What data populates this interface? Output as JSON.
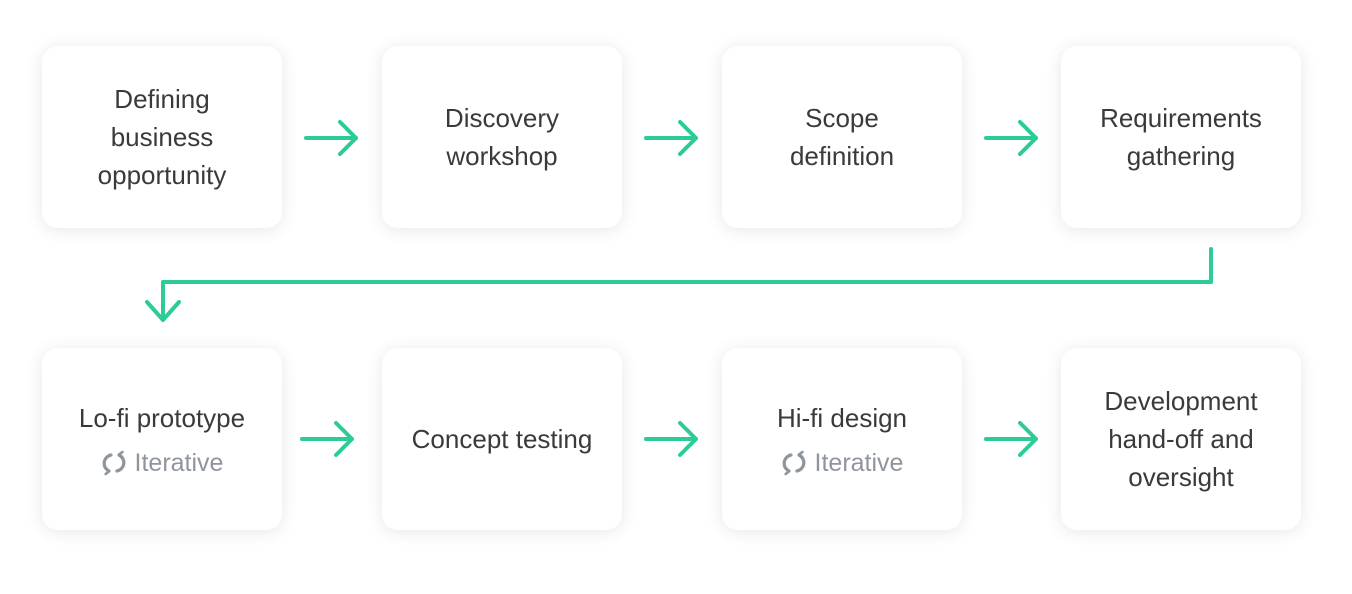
{
  "colors": {
    "accent": "#2dcb95",
    "text": "#3a3a3a",
    "muted": "#8f959c"
  },
  "steps": [
    {
      "title": "Defining\nbusiness\nopportunity"
    },
    {
      "title": "Discovery\nworkshop"
    },
    {
      "title": "Scope\ndefinition"
    },
    {
      "title": "Requirements\ngathering"
    },
    {
      "title": "Lo-fi prototype",
      "badge": "Iterative",
      "badge_icon": "refresh-icon"
    },
    {
      "title": "Concept testing"
    },
    {
      "title": "Hi-fi design",
      "badge": "Iterative",
      "badge_icon": "refresh-icon"
    },
    {
      "title": "Development\nhand-off and\noversight"
    }
  ]
}
